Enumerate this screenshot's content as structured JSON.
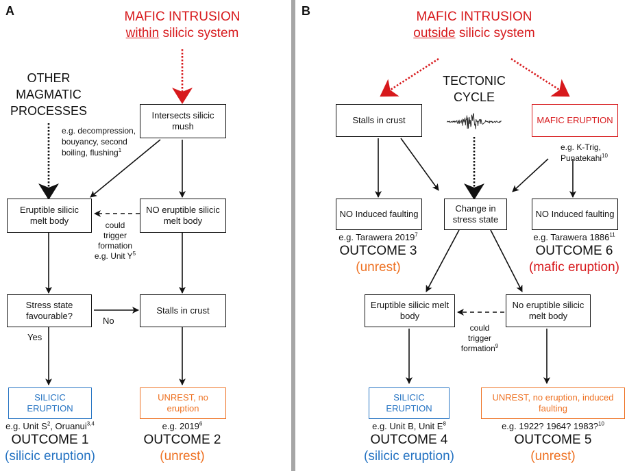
{
  "panels": [
    {
      "letter": "A",
      "title_line1": "MAFIC INTRUSION",
      "title_underlined": "within",
      "title_rest": "silicic system",
      "other_processes": [
        "OTHER",
        "MAGMATIC",
        "PROCESSES"
      ],
      "other_examples": [
        "e.g. decompression,",
        "bouyancy, second",
        "boiling, flushing"
      ],
      "other_examples_ref": "1",
      "box_intersects": "Intersects silicic mush",
      "box_eruptible": "Eruptible silicic melt body",
      "box_no_eruptible": "NO eruptible silicic melt body",
      "could_trigger": [
        "could",
        "trigger",
        "formation"
      ],
      "unit_y": "e.g. Unit Y",
      "unit_y_ref": "5",
      "box_stress": "Stress state favourable?",
      "label_no": "No",
      "label_yes": "Yes",
      "box_stalls": "Stalls in crust",
      "box_silicic_eruption": "SILICIC ERUPTION",
      "box_unrest": "UNREST, no eruption",
      "ex1_a": "e.g. Unit S",
      "ex1_a_ref": "2",
      "ex1_b": ", Oruanui",
      "ex1_b_ref": "3,4",
      "ex2": "e.g. 2019",
      "ex2_ref": "6",
      "outcome1": "OUTCOME 1",
      "outcome1_desc": "(silicic eruption)",
      "outcome2": "OUTCOME 2",
      "outcome2_desc": "(unrest)"
    },
    {
      "letter": "B",
      "title_line1": "MAFIC INTRUSION",
      "title_underlined": "outside",
      "title_rest": "silicic system",
      "tectonic": [
        "TECTONIC",
        "CYCLE"
      ],
      "box_stalls": "Stalls in crust",
      "box_mafic_eruption": "MAFIC ERUPTION",
      "mafic_examples": [
        "e.g. K-Trig,",
        "Punatekahi"
      ],
      "mafic_examples_ref": "10",
      "box_no_faulting_left": "NO Induced faulting",
      "box_change": "Change in stress state",
      "box_no_faulting_right": "NO Induced faulting",
      "ex3": "e.g. Tarawera 2019",
      "ex3_ref": "7",
      "ex6": "e.g. Tarawera 1886",
      "ex6_ref": "11",
      "outcome3": "OUTCOME 3",
      "outcome3_desc": "(unrest)",
      "outcome6": "OUTCOME 6",
      "outcome6_desc": "(mafic eruption)",
      "box_eruptible": "Eruptible silicic melt body",
      "box_no_eruptible": "No eruptible silicic melt body",
      "could_trigger": [
        "could",
        "trigger",
        "formation"
      ],
      "could_trigger_ref": "9",
      "box_silicic_eruption": "SILICIC ERUPTION",
      "box_unrest": "UNREST, no eruption, induced faulting",
      "ex4": "e.g. Unit B, Unit E",
      "ex4_ref": "8",
      "ex5": "e.g. 1922? 1964? 1983?",
      "ex5_ref": "10",
      "outcome4": "OUTCOME 4",
      "outcome4_desc": "(silicic eruption)",
      "outcome5": "OUTCOME 5",
      "outcome5_desc": "(unrest)"
    }
  ],
  "colors": {
    "red": "#d7191c",
    "blue": "#2372c2",
    "orange": "#ee7122",
    "divider": "#a6a6a6"
  }
}
